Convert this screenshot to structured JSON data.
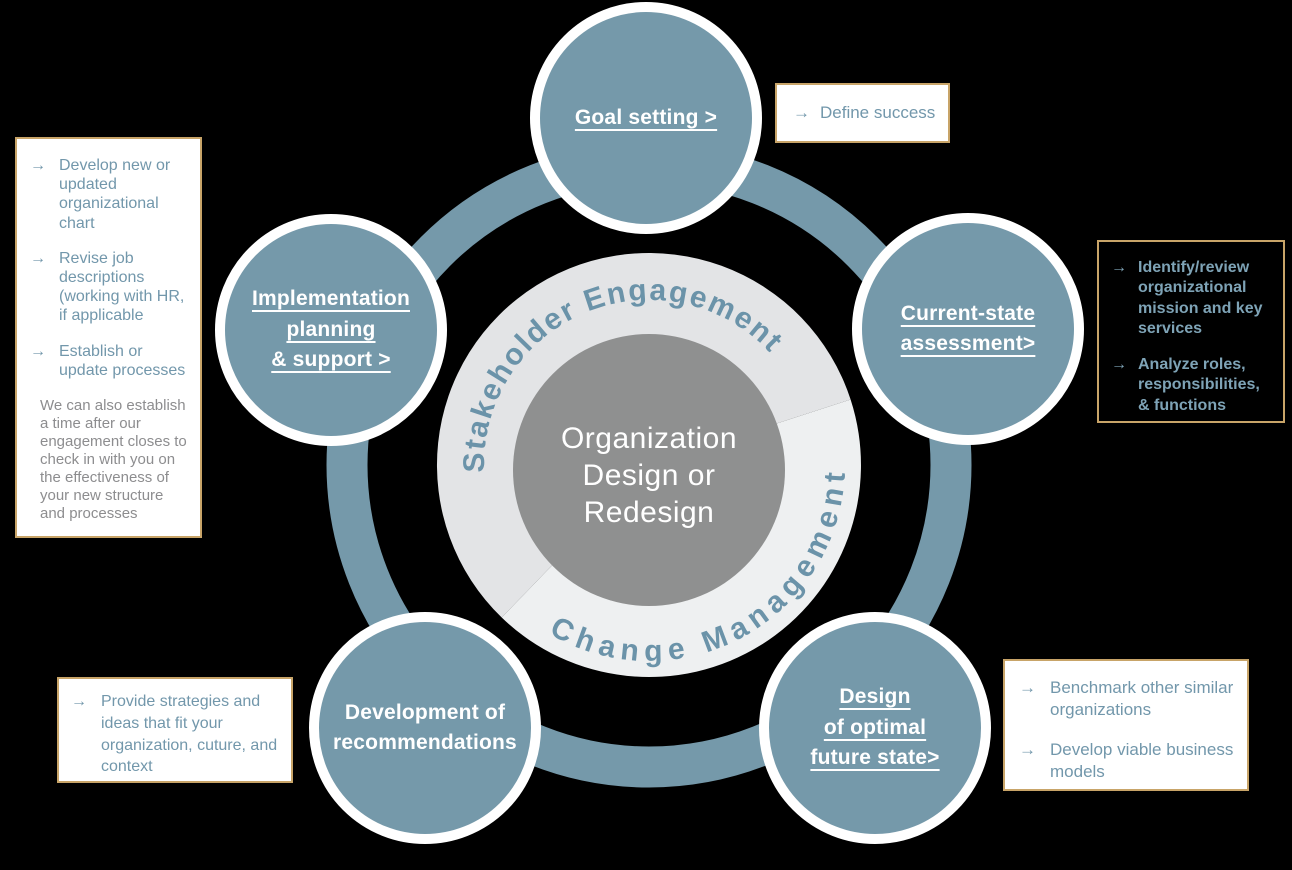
{
  "colors": {
    "background": "#000000",
    "phase_blue": "#7599aa",
    "ring_blue": "#7599aa",
    "arc_text_blue": "#6b93a9",
    "donut_dark": "#e3e4e6",
    "donut_light": "#eef0f1",
    "center_gray": "#8f9090",
    "accent_tan_border": "#c8a468",
    "callout_text_blue": "#7297ab",
    "callout_text_on_dark": "#7ea3b6",
    "note_gray": "#8d8d8f"
  },
  "glyphs": {
    "arrow": "→"
  },
  "center": {
    "line1": "Organization",
    "line2": "Design or",
    "line3": "Redesign"
  },
  "arcs": {
    "top": "Stakeholder Engagement",
    "bottom": "Change Management"
  },
  "phases": [
    {
      "name": "Goal setting",
      "label_lines": [
        "Goal setting >"
      ]
    },
    {
      "name": "Current-state assessment",
      "label_lines": [
        "Current-state",
        "assessment>"
      ]
    },
    {
      "name": "Design of optimal future state",
      "label_lines": [
        "Design",
        "of optimal",
        "future state>"
      ]
    },
    {
      "name": "Development of recommendations",
      "label_lines": [
        "Development of",
        "recommendations"
      ]
    },
    {
      "name": "Implementation planning & support",
      "label_lines": [
        "Implementation",
        "planning",
        "& support >"
      ]
    }
  ],
  "callouts": {
    "goal_setting": {
      "items": [
        "Define success"
      ]
    },
    "current_state": {
      "items": [
        "Identify/review organizational mission and key services",
        "Analyze roles, responsibilities, & functions"
      ]
    },
    "design_optimal": {
      "items": [
        "Benchmark other similar organizations",
        "Develop viable business models"
      ]
    },
    "development": {
      "items": [
        "Provide strategies and ideas that fit your organization, cuture, and context"
      ]
    },
    "implementation": {
      "items": [
        "Develop new or updated organizational chart",
        "Revise job descriptions (working with HR, if applicable",
        "Establish or update processes"
      ],
      "note": "We can also establish a time after our engagement closes to check in with you on the effectiveness of your new structure and processes"
    }
  }
}
